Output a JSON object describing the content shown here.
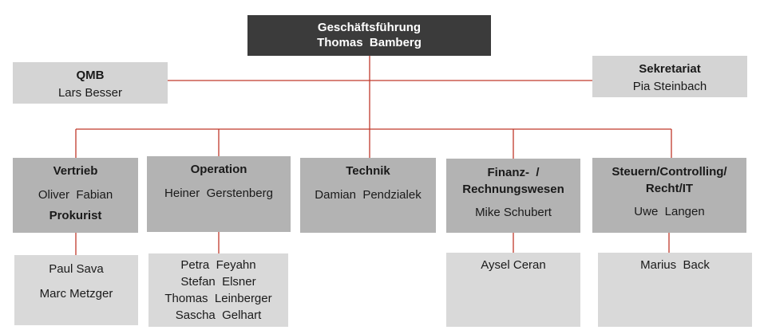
{
  "ceo": {
    "title": "Geschäftsführung",
    "name": "Thomas  Bamberg"
  },
  "staff_left": {
    "title": "QMB",
    "name": "Lars Besser"
  },
  "staff_right": {
    "title": "Sekretariat",
    "name": "Pia Steinbach"
  },
  "departments": [
    {
      "title": "Vertrieb",
      "head": "Oliver  Fabian",
      "extra": "Prokurist",
      "members": [
        "Paul Sava",
        "Marc Metzger"
      ]
    },
    {
      "title": "Operation",
      "head": "Heiner  Gerstenberg",
      "members": [
        "Petra  Feyahn",
        "Stefan  Elsner",
        "Thomas  Leinberger",
        "Sascha  Gelhart"
      ]
    },
    {
      "title": "Technik",
      "head": "Damian  Pendzialek",
      "members": []
    },
    {
      "title_line1": "Finanz-  /",
      "title_line2": "Rechnungswesen",
      "head": "Mike Schubert",
      "members": [
        "Aysel Ceran"
      ]
    },
    {
      "title_line1": "Steuern/Controlling/",
      "title_line2": "Recht/IT",
      "head": "Uwe  Langen",
      "members": [
        "Marius  Back"
      ]
    }
  ],
  "colors": {
    "connector": "#c0392b",
    "top_box": "#3b3b3b",
    "dept_box": "#b3b3b3",
    "member_box": "#d9d9d9"
  }
}
